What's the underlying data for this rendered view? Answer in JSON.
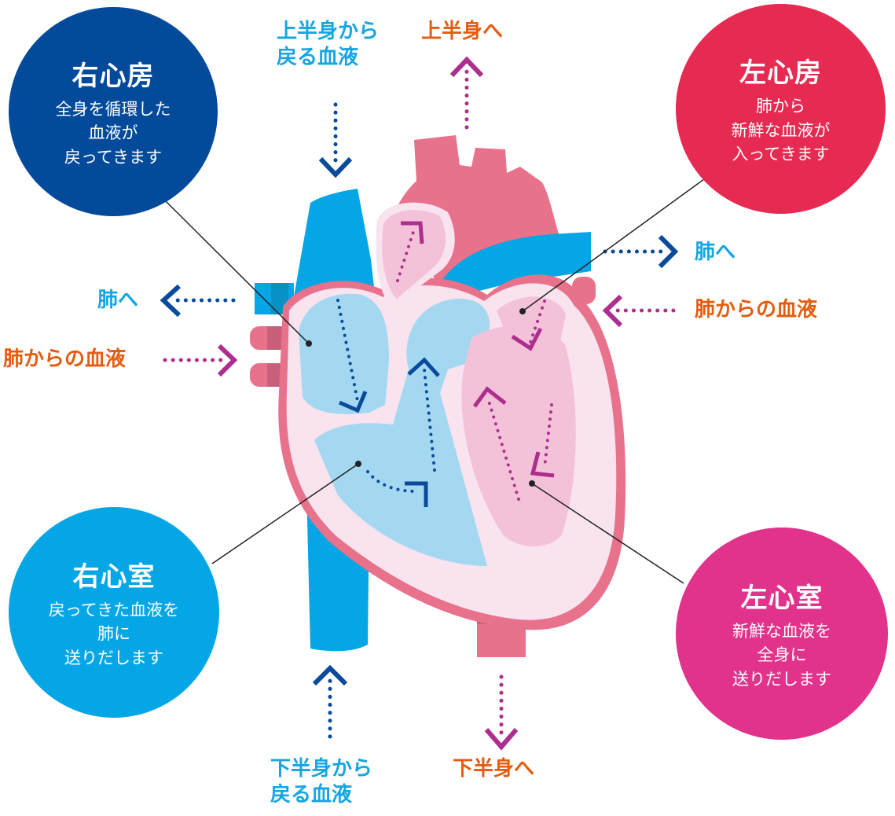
{
  "colors": {
    "vein_blue": "#04a6e5",
    "navy": "#034a9b",
    "artery_pink": "#e8718c",
    "chamber_light_blue": "#a4d8f1",
    "chamber_light_pink": "#f4c2d8",
    "wall_pale": "#f8e3ef",
    "arrow_navy": "#0a4a9a",
    "arrow_magenta": "#ad2e8e",
    "label_blue": "#15a6e2",
    "label_orange": "#e55c10"
  },
  "chambers": {
    "right_atrium": {
      "title": "右心房",
      "lines": [
        "全身を循環した",
        "血液が",
        "戻ってきます"
      ],
      "color": "#034a9b"
    },
    "left_atrium": {
      "title": "左心房",
      "lines": [
        "肺から",
        "新鮮な血液が",
        "入ってきます"
      ],
      "color": "#e62a52"
    },
    "right_ventricle": {
      "title": "右心室",
      "lines": [
        "戻ってきた血液を",
        "肺に",
        "送りだします"
      ],
      "color": "#04a6e5"
    },
    "left_ventricle": {
      "title": "左心室",
      "lines": [
        "新鮮な血液を",
        "全身に",
        "送りだします"
      ],
      "color": "#e2338c"
    }
  },
  "flow_labels": {
    "upper_body_return": [
      "上半身から",
      "戻る血液"
    ],
    "to_upper_body": "上半身へ",
    "to_lungs_left": "肺へ",
    "from_lungs_left": "肺からの血液",
    "to_lungs_right": "肺へ",
    "from_lungs_right": "肺からの血液",
    "lower_body_return": [
      "下半身から",
      "戻る血液"
    ],
    "to_lower_body": "下半身へ"
  }
}
